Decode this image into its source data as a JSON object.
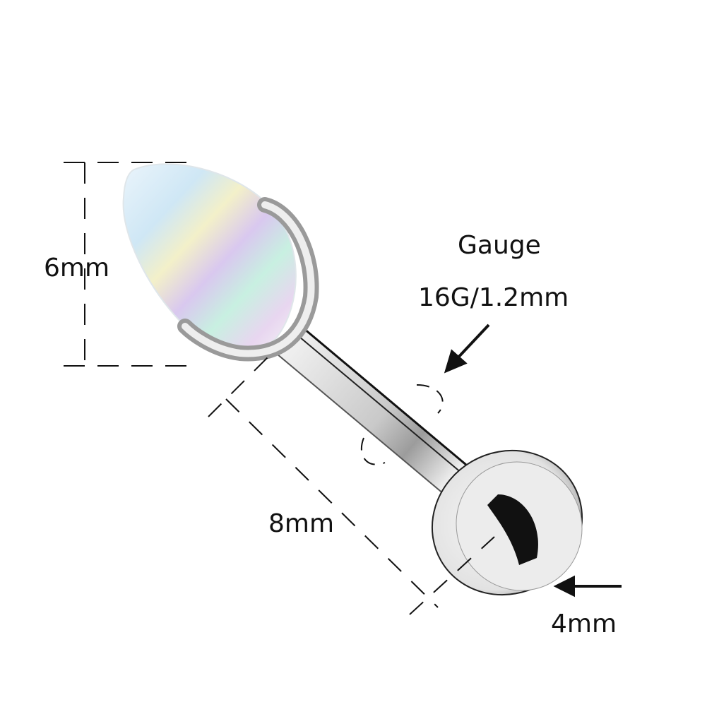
{
  "labels": {
    "top_height": "6mm",
    "gauge_title": "Gauge",
    "gauge_value": "16G/1.2mm",
    "bar_length": "8mm",
    "disc_diameter": "4mm"
  },
  "colors": {
    "background": "#ffffff",
    "annotation": "#111111",
    "steel_light": "#f2f2f2",
    "steel_mid": "#bdbdbd",
    "steel_dark": "#1a1a1a",
    "opal_base": "#e6f0f8"
  }
}
